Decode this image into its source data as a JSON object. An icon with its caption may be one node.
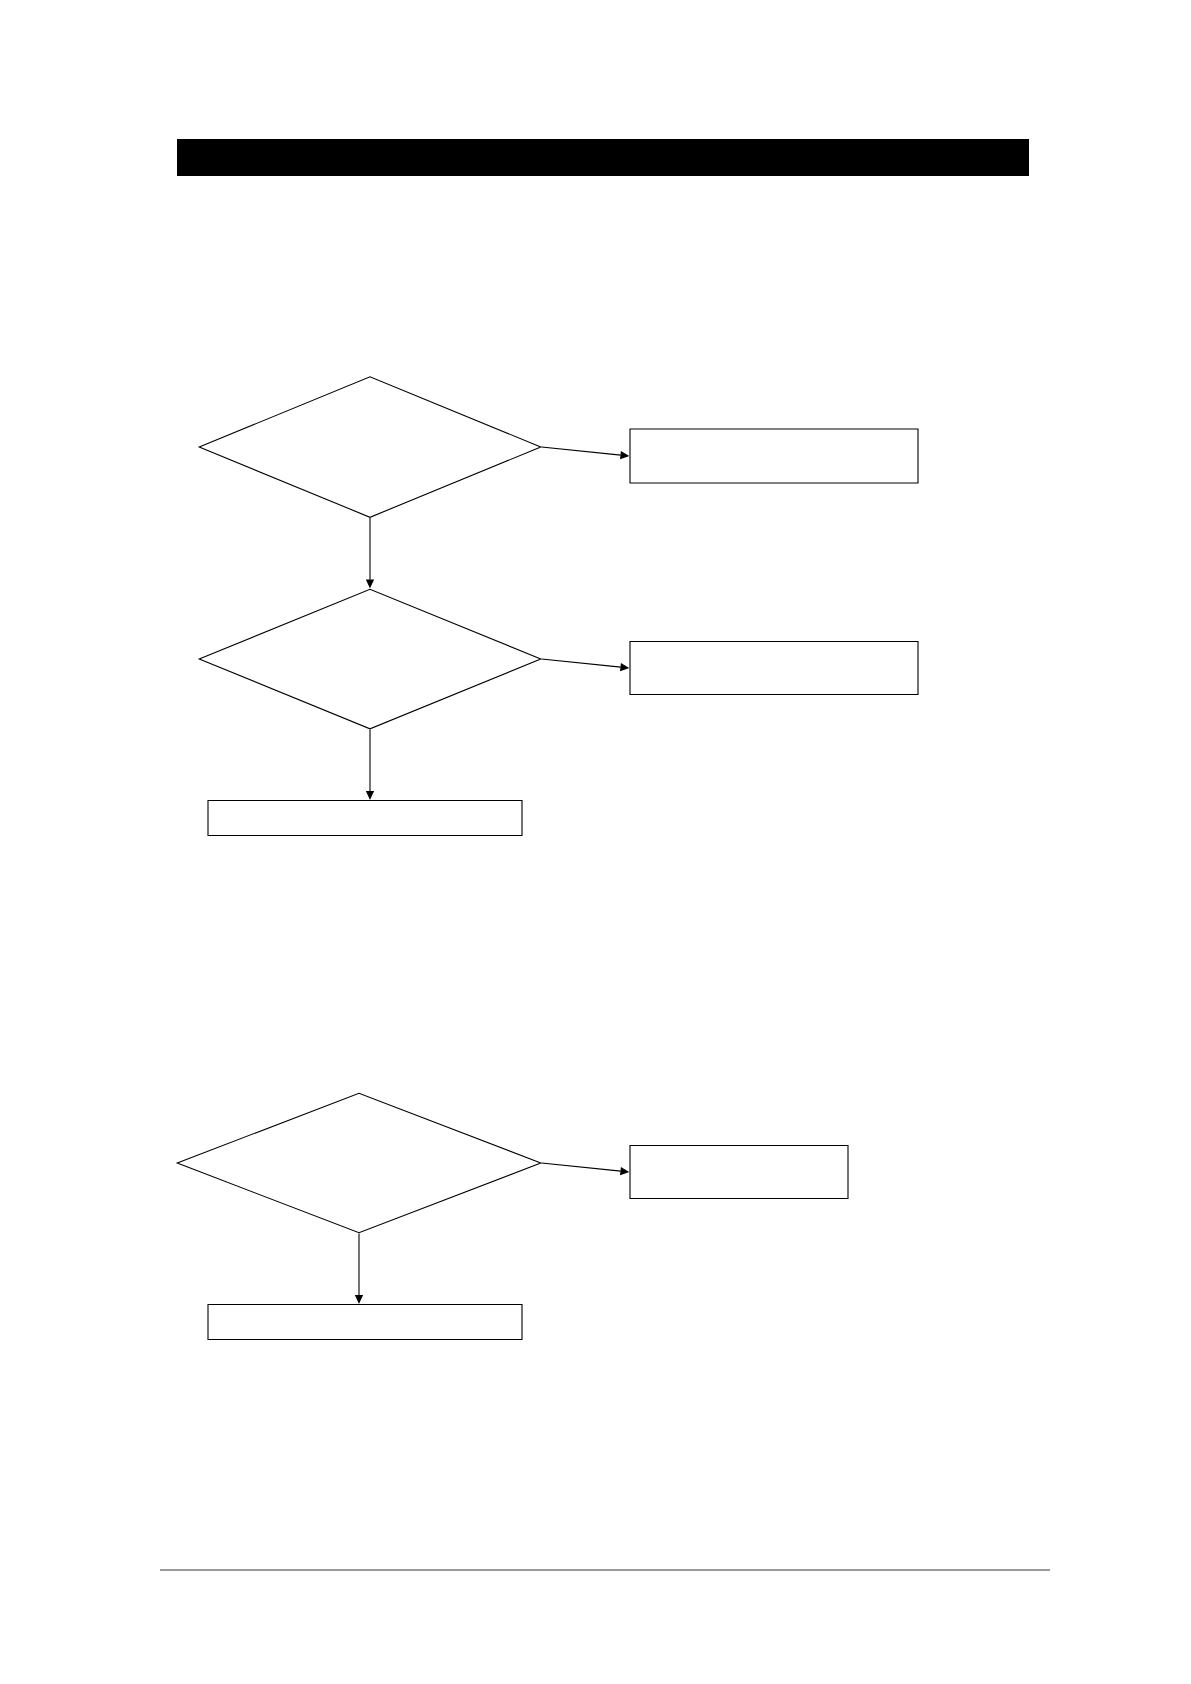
{
  "diagram": {
    "nodes": [
      {
        "text": [],
        "shape": "diamond"
      },
      {
        "text": [],
        "shape": "box"
      },
      {
        "text": [],
        "shape": "diamond"
      },
      {
        "text": [],
        "shape": "box"
      },
      {
        "text": [],
        "shape": "box"
      },
      {
        "text": [],
        "shape": "diamond"
      },
      {
        "text": [],
        "shape": "box"
      },
      {
        "text": [],
        "shape": "box"
      }
    ],
    "edges": [
      {
        "from": 0,
        "to": 1,
        "arrow": "to"
      },
      {
        "from": 0,
        "to": 2,
        "arrow": "to"
      },
      {
        "from": 2,
        "to": 3,
        "arrow": "to"
      },
      {
        "from": 2,
        "to": 4,
        "arrow": "to"
      },
      {
        "from": 5,
        "to": 6,
        "arrow": "to"
      },
      {
        "from": 5,
        "to": 7,
        "arrow": "to"
      }
    ]
  }
}
